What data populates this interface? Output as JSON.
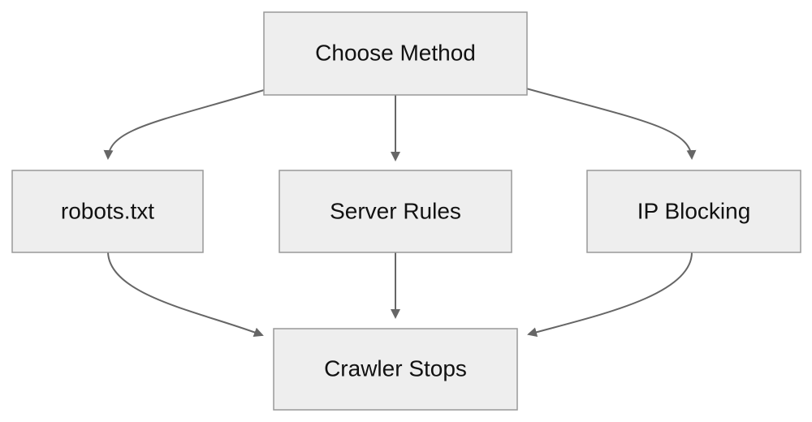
{
  "nodes": {
    "choose": "Choose Method",
    "robots": "robots.txt",
    "server": "Server Rules",
    "ip": "IP Blocking",
    "stops": "Crawler Stops"
  },
  "colors": {
    "node_fill": "#eeeeee",
    "node_border": "#999999",
    "edge": "#666666",
    "text": "#111111"
  }
}
